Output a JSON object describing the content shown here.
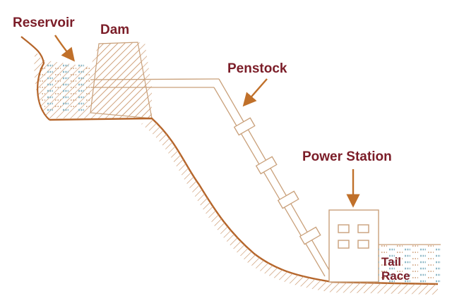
{
  "labels": {
    "reservoir": "Reservoir",
    "dam": "Dam",
    "penstock": "Penstock",
    "power_station": "Power Station",
    "tail_race_line1": "Tail",
    "tail_race_line2": "Race"
  },
  "colors": {
    "label_text": "#7b1d28",
    "ground_line": "#b5652a",
    "hatch": "#c9956b",
    "structure_line": "#c9a07a",
    "arrow": "#c0702a",
    "water_dash": "#8fb9c7"
  }
}
